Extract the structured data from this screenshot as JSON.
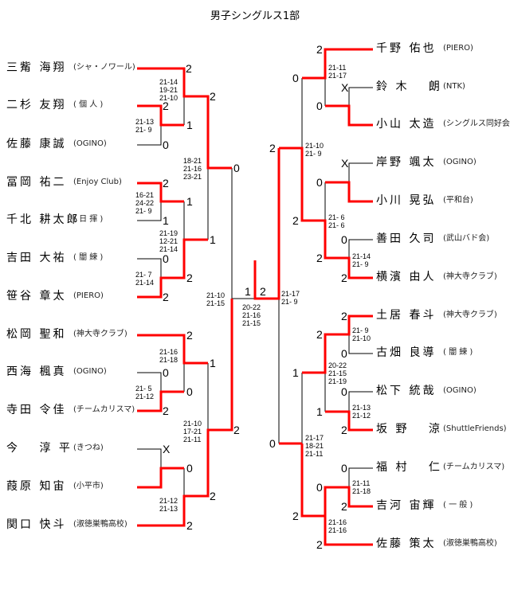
{
  "title": "男子シングルス1部",
  "colors": {
    "winner_line": "#ff0000",
    "line": "#000000"
  },
  "left_players": [
    {
      "name": "三觜 海翔",
      "club": "(シャ・ノワール)"
    },
    {
      "name": "二杉 友翔",
      "club": "( 個 人 )"
    },
    {
      "name": "佐藤 康誠",
      "club": "(OGINO)"
    },
    {
      "name": "冨岡 祐二",
      "club": "(Enjoy Club)"
    },
    {
      "name": "千北 耕太郎",
      "club": "( 日 揮 )"
    },
    {
      "name": "吉田 大祐",
      "club": "( 闇 練 )"
    },
    {
      "name": "笹谷 章太",
      "club": "(PIERO)"
    },
    {
      "name": "松岡 聖和",
      "club": "(神大寺クラブ)"
    },
    {
      "name": "西海 楓真",
      "club": "(OGINO)"
    },
    {
      "name": "寺田 令佳",
      "club": "(チームカリスマ)"
    },
    {
      "name": "今　 淳 平",
      "club": "(きつね)"
    },
    {
      "name": "葭原 知宙",
      "club": "(小平市)"
    },
    {
      "name": "関口 快斗",
      "club": "(淑徳巣鴨高校)"
    }
  ],
  "right_players": [
    {
      "name": "千野 佑也",
      "club": "(PIERO)"
    },
    {
      "name": "鈴 木　 朗",
      "club": "(NTK)"
    },
    {
      "name": "小山 太造",
      "club": "(シングルス同好会)"
    },
    {
      "name": "岸野 颯太",
      "club": "(OGINO)"
    },
    {
      "name": "小川 晃弘",
      "club": "(平和台)"
    },
    {
      "name": "善田 久司",
      "club": "(武山バド会)"
    },
    {
      "name": "横濱 由人",
      "club": "(神大寺クラブ)"
    },
    {
      "name": "土居 春斗",
      "club": "(神大寺クラブ)"
    },
    {
      "name": "古畑 良導",
      "club": "( 闇 練 )"
    },
    {
      "name": "松下 統哉",
      "club": "(OGINO)"
    },
    {
      "name": "坂 野　 涼",
      "club": "(ShuttleFriends)"
    },
    {
      "name": "福 村　 仁",
      "club": "(チームカリスマ)"
    },
    {
      "name": "吉河 宙輝",
      "club": "( 一 般 )"
    },
    {
      "name": "佐藤 策太",
      "club": "(淑徳巣鴨高校)"
    }
  ],
  "left_scores": [
    "2",
    "2",
    "1",
    "0",
    "2",
    "0",
    "2",
    "1",
    "1",
    "1",
    "0",
    "2",
    "2",
    "2",
    "0",
    "1",
    "0",
    "2",
    "2",
    "X",
    "0",
    "2",
    "2"
  ],
  "final_scores": [
    "1",
    "2"
  ],
  "right_scores": [
    "2",
    "0",
    "X",
    "0",
    "2",
    "X",
    "0",
    "2",
    "0",
    "2",
    "2",
    "2",
    "2",
    "0",
    "1",
    "0",
    "1",
    "2",
    "0",
    "0",
    "0",
    "2",
    "2",
    "2"
  ],
  "left_games": [
    "21-14\n19-21\n21-10",
    "21-13\n21- 9",
    "18-21\n21-16\n23-21",
    "16-21\n24-22\n21- 9",
    "21-19\n12-21\n21-14",
    "21- 7\n21-14",
    "21-10\n21-15",
    "21-16\n21-18",
    "21- 5\n21-12",
    "21-10\n17-21\n21-11",
    "21-12\n21-13"
  ],
  "final_games": "20-22\n21-16\n21-15",
  "right_games": [
    "21-11\n21-17",
    "21-10\n21- 9",
    "21- 6\n21- 6",
    "21-14\n21- 9",
    "21-17\n21- 9",
    "21- 9\n21-10",
    "20-22\n21-15\n21-19",
    "21-13\n21-12",
    "21-17\n18-21\n21-11",
    "21-11\n21-18",
    "21-16\n21-16"
  ]
}
